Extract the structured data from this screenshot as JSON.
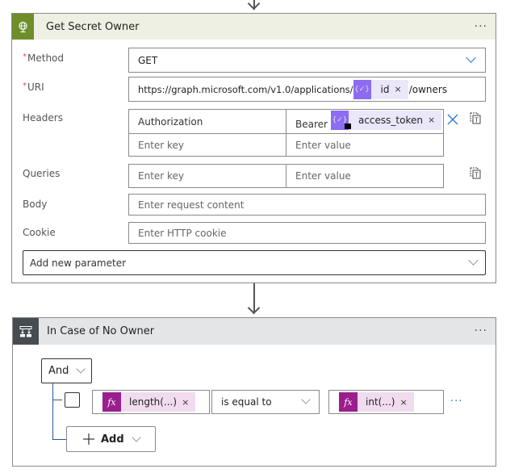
{
  "http_action": {
    "title": "Get Secret Owner",
    "icon": "globe-icon",
    "header_color": "#6d8e2b",
    "header_bg": "#eef0e3",
    "more_label": "···",
    "fields": {
      "method": {
        "label": "Method",
        "required": "*",
        "value": "GET"
      },
      "uri": {
        "label": "URI",
        "required": "*",
        "prefix": "https://graph.microsoft.com/v1.0/applications/",
        "token": {
          "icon": "expression-icon",
          "text": "id",
          "remove": "×"
        },
        "suffix": "/owners"
      },
      "headers": {
        "label": "Headers",
        "rows": [
          {
            "key": "Authorization",
            "value_prefix": "Bearer",
            "token": {
              "text": "access_token",
              "remove": "×"
            }
          }
        ],
        "new_row": {
          "key_placeholder": "Enter key",
          "value_placeholder": "Enter value"
        }
      },
      "queries": {
        "label": "Queries",
        "key_placeholder": "Enter key",
        "value_placeholder": "Enter value"
      },
      "body": {
        "label": "Body",
        "placeholder": "Enter request content"
      },
      "cookie": {
        "label": "Cookie",
        "placeholder": "Enter HTTP cookie"
      }
    },
    "add_parameter": {
      "placeholder": "Add new parameter"
    }
  },
  "condition": {
    "title": "In Case of No Owner",
    "icon": "condition-icon",
    "header_color": "#474c53",
    "header_bg": "#e4e5e7",
    "more_label": "···",
    "group_operator": "And",
    "rows": [
      {
        "left": {
          "text": "length(...)",
          "remove": "×"
        },
        "operator": "is equal to",
        "right": {
          "text": "int(...)",
          "remove": "×"
        },
        "more": "···"
      }
    ],
    "add_button": {
      "label": "Add",
      "icon": "plus-icon"
    }
  }
}
